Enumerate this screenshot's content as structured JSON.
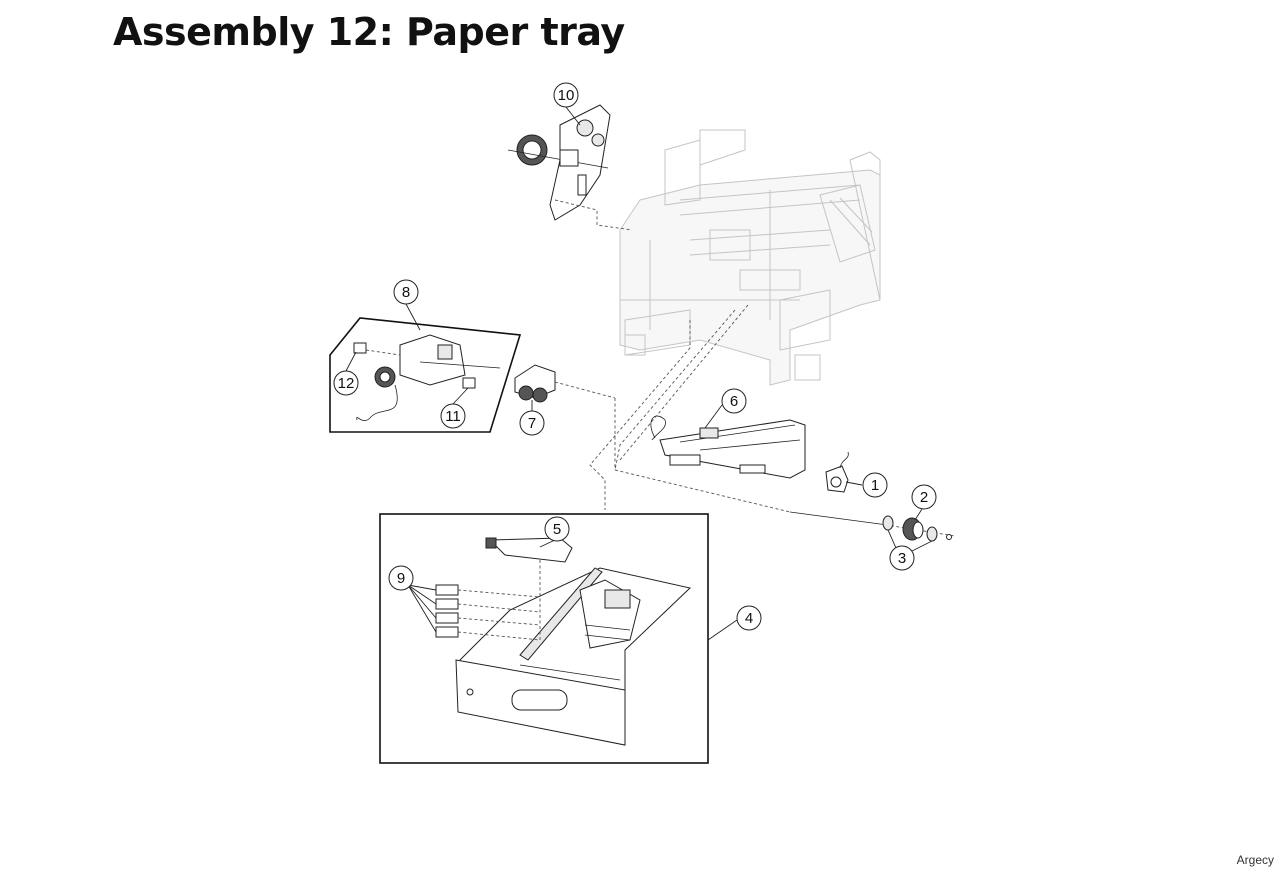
{
  "title": "Assembly 12: Paper tray",
  "watermark": "Argecy",
  "callouts": [
    "1",
    "2",
    "3",
    "4",
    "5",
    "6",
    "7",
    "8",
    "9",
    "10",
    "11",
    "12"
  ]
}
